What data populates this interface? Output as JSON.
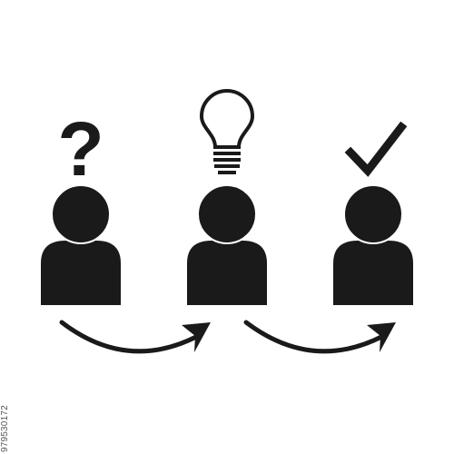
{
  "figure": {
    "background": "#ffffff",
    "ink_color": "#1a1a1a",
    "stages": [
      {
        "symbol": "question-mark",
        "glyph": "?"
      },
      {
        "symbol": "light-bulb"
      },
      {
        "symbol": "checkmark"
      }
    ],
    "arrows": [
      {
        "from_stage": 1,
        "to_stage": 2
      },
      {
        "from_stage": 2,
        "to_stage": 3
      }
    ]
  },
  "stock": {
    "id_text": "979530172"
  }
}
